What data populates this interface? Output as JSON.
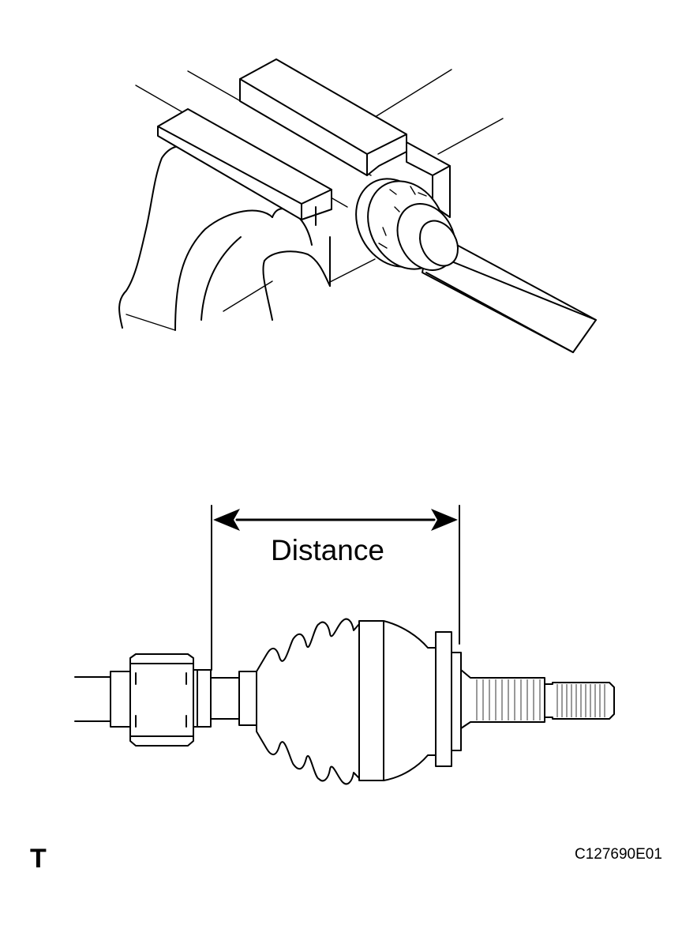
{
  "labels": {
    "distance": "Distance",
    "mark": "T",
    "figure_code": "C127690E01"
  }
}
